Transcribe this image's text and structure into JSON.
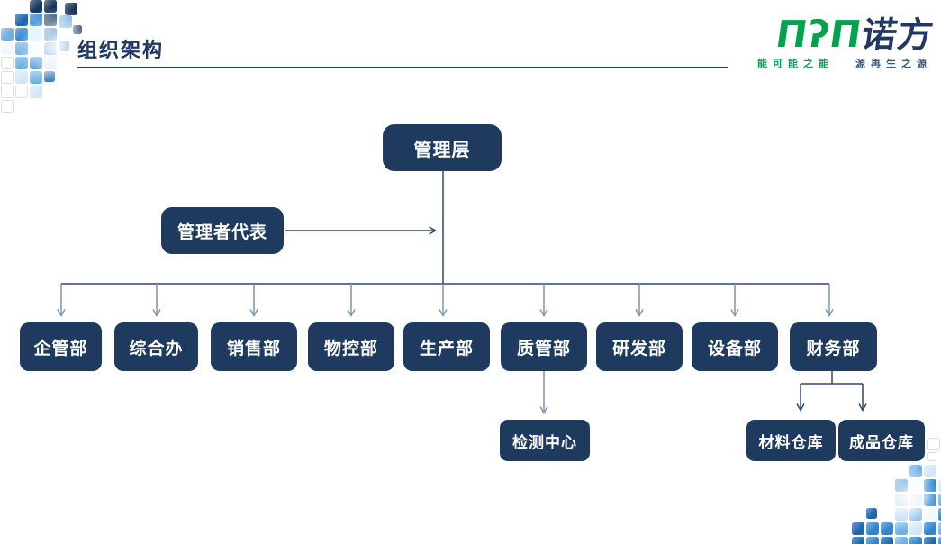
{
  "header": {
    "title": "组织架构"
  },
  "logo": {
    "mark": "ΠʔΠ",
    "name": "诺方",
    "tagline_left": "能可能之能",
    "tagline_right": "源再生之源"
  },
  "org": {
    "root": "管理层",
    "representative": "管理者代表",
    "departments": [
      "企管部",
      "综合办",
      "销售部",
      "物控部",
      "生产部",
      "质管部",
      "研发部",
      "设备部",
      "财务部"
    ],
    "quality_sub": "检测中心",
    "finance_subs": [
      "材料仓库",
      "成品仓库"
    ]
  },
  "colors": {
    "box_navy": "#1f3a5f",
    "title_navy": "#1f3864",
    "logo_green": "#00a44f",
    "connector_dark": "#2b4870",
    "connector_steel": "#7e92ad"
  }
}
